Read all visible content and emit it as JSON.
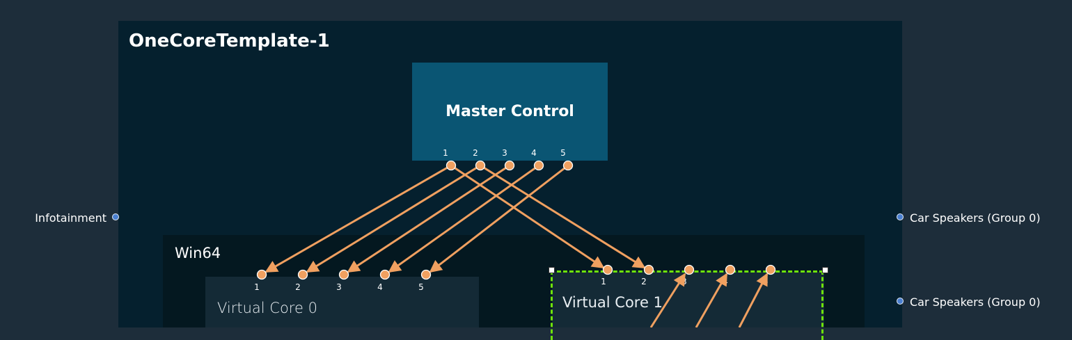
{
  "template": {
    "title": "OneCoreTemplate-1"
  },
  "master_control": {
    "title": "Master Control",
    "ports": [
      "1",
      "2",
      "3",
      "4",
      "5"
    ]
  },
  "win64": {
    "title": "Win64"
  },
  "virtual_cores": [
    {
      "title": "Virtual Core 0",
      "ports": [
        "1",
        "2",
        "3",
        "4",
        "5"
      ]
    },
    {
      "title": "Virtual Core 1",
      "ports": [
        "1",
        "2",
        "3",
        "4",
        "5"
      ]
    }
  ],
  "external_ports": {
    "inputs": [
      {
        "label": "Infotainment"
      }
    ],
    "outputs": [
      {
        "label": "Car Speakers (Group 0)"
      },
      {
        "label": "Car Speakers (Group 0)"
      }
    ]
  },
  "colors": {
    "wire": "#f0a060",
    "selection": "#6ee30c",
    "external_port": "#4a7fd0"
  }
}
